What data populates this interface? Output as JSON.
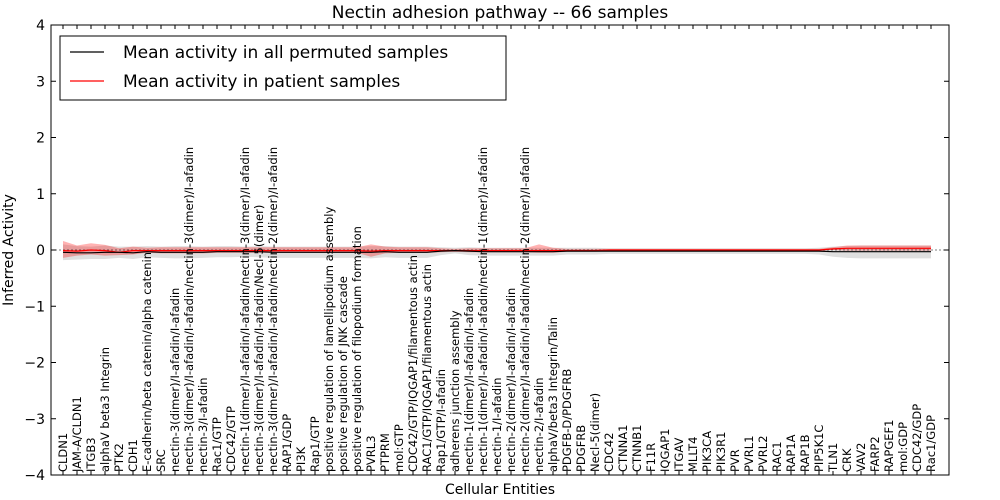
{
  "chart_data": {
    "type": "line",
    "title": "Nectin adhesion pathway -- 66 samples",
    "xlabel": "Cellular Entities",
    "ylabel": "Inferred Activity",
    "ylim": [
      -4,
      4
    ],
    "yticks": [
      -4,
      -3,
      -2,
      -1,
      0,
      1,
      2,
      3,
      4
    ],
    "grid": false,
    "legend_position": "top-left",
    "categories": [
      "CLDN1",
      "JAM-A/CLDN1",
      "ITGB3",
      "alphaV beta3 Integrin",
      "PTK2",
      "CDH1",
      "E-cadherin/beta catenin/alpha catenin",
      "SRC",
      "nectin-3(dimer)/I-afadin/I-afadin",
      "nectin-3(dimer)/I-afadin/I-afadin/nectin-3(dimer)/I-afadin",
      "nectin-3/I-afadin",
      "Rac1/GTP",
      "CDC42/GTP",
      "nectin-1(dimer)/I-afadin/I-afadin/nectin-3(dimer)/I-afadin",
      "nectin-3(dimer)/I-afadin/I-afadin/Necl-5(dimer)",
      "nectin-3(dimer)/I-afadin/I-afadin/nectin-2(dimer)/I-afadin",
      "RAP1/GDP",
      "PI3K",
      "Rap1/GTP",
      "positive regulation of lamellipodium assembly",
      "positive regulation of JNK cascade",
      "positive regulation of filopodium formation",
      "PVRL3",
      "PTPRM",
      "mol:GTP",
      "CDC42/GTP/IQGAP1/filamentous actin",
      "RAC1/GTP/IQGAP1/filamentous actin",
      "Rap1/GTP/I-afadin",
      "adherens junction assembly",
      "nectin-1(dimer)/I-afadin/I-afadin",
      "nectin-1(dimer)/I-afadin/I-afadin/nectin-1(dimer)/I-afadin",
      "nectin-1/I-afadin",
      "nectin-2(dimer)/I-afadin/I-afadin",
      "nectin-2(dimer)/I-afadin/I-afadin/nectin-2(dimer)/I-afadin",
      "nectin-2/I-afadin",
      "alphaV/beta3 Integrin/Talin",
      "PDGFB-D/PDGFRB",
      "PDGFRB",
      "Necl-5(dimer)",
      "CDC42",
      "CTNNA1",
      "CTNNB1",
      "F11R",
      "IQGAP1",
      "ITGAV",
      "MLLT4",
      "PIK3CA",
      "PIK3R1",
      "PVR",
      "PVRL1",
      "PVRL2",
      "RAC1",
      "RAP1A",
      "RAP1B",
      "PIP5K1C",
      "TLN1",
      "CRK",
      "VAV2",
      "FARP2",
      "RAPGEF1",
      "mol:GDP",
      "CDC42/GDP",
      "Rac1/GDP"
    ],
    "series": [
      {
        "name": "Mean activity in all permuted samples",
        "color": "#000000",
        "values": [
          -0.04,
          -0.05,
          -0.05,
          -0.04,
          -0.04,
          -0.05,
          -0.03,
          -0.04,
          -0.04,
          -0.04,
          -0.04,
          -0.03,
          -0.03,
          -0.03,
          -0.03,
          -0.04,
          -0.04,
          -0.04,
          -0.04,
          -0.04,
          -0.04,
          -0.04,
          -0.04,
          -0.03,
          -0.04,
          -0.04,
          -0.04,
          -0.02,
          -0.01,
          -0.02,
          -0.03,
          -0.03,
          -0.03,
          -0.03,
          -0.03,
          -0.03,
          -0.02,
          -0.02,
          -0.02,
          -0.02,
          -0.02,
          -0.02,
          -0.02,
          -0.02,
          -0.02,
          -0.02,
          -0.02,
          -0.02,
          -0.02,
          -0.02,
          -0.02,
          -0.02,
          -0.02,
          -0.02,
          -0.02,
          -0.03,
          -0.03,
          -0.03,
          -0.03,
          -0.03,
          -0.03,
          -0.03,
          -0.03
        ],
        "lower": [
          -0.18,
          -0.17,
          -0.16,
          -0.16,
          -0.14,
          -0.16,
          -0.13,
          -0.14,
          -0.15,
          -0.15,
          -0.14,
          -0.13,
          -0.13,
          -0.12,
          -0.13,
          -0.14,
          -0.14,
          -0.14,
          -0.14,
          -0.14,
          -0.14,
          -0.14,
          -0.15,
          -0.13,
          -0.14,
          -0.14,
          -0.14,
          -0.09,
          -0.06,
          -0.09,
          -0.1,
          -0.1,
          -0.1,
          -0.1,
          -0.1,
          -0.1,
          -0.08,
          -0.08,
          -0.08,
          -0.07,
          -0.07,
          -0.07,
          -0.07,
          -0.07,
          -0.07,
          -0.07,
          -0.07,
          -0.07,
          -0.07,
          -0.07,
          -0.07,
          -0.07,
          -0.07,
          -0.07,
          -0.08,
          -0.12,
          -0.14,
          -0.15,
          -0.15,
          -0.15,
          -0.15,
          -0.15,
          -0.15
        ],
        "upper": [
          0.1,
          0.07,
          0.06,
          0.08,
          0.06,
          0.06,
          0.07,
          0.06,
          0.07,
          0.07,
          0.06,
          0.07,
          0.07,
          0.06,
          0.07,
          0.06,
          0.06,
          0.06,
          0.06,
          0.06,
          0.06,
          0.06,
          0.07,
          0.07,
          0.06,
          0.06,
          0.06,
          0.05,
          0.04,
          0.05,
          0.04,
          0.04,
          0.04,
          0.04,
          0.04,
          0.04,
          0.04,
          0.04,
          0.04,
          0.03,
          0.03,
          0.03,
          0.03,
          0.03,
          0.03,
          0.03,
          0.03,
          0.03,
          0.03,
          0.03,
          0.03,
          0.03,
          0.03,
          0.03,
          0.04,
          0.06,
          0.07,
          0.08,
          0.08,
          0.08,
          0.08,
          0.08,
          0.08
        ]
      },
      {
        "name": "Mean activity in patient samples",
        "color": "#ff0000",
        "values": [
          -0.01,
          -0.02,
          0.0,
          -0.01,
          -0.04,
          -0.01,
          -0.01,
          -0.01,
          -0.01,
          -0.01,
          -0.01,
          -0.01,
          -0.01,
          -0.01,
          -0.01,
          -0.01,
          -0.01,
          -0.01,
          -0.01,
          -0.01,
          -0.01,
          -0.01,
          -0.02,
          -0.01,
          -0.01,
          -0.01,
          -0.01,
          -0.01,
          -0.01,
          -0.01,
          -0.01,
          -0.01,
          -0.01,
          -0.01,
          -0.01,
          -0.01,
          -0.01,
          -0.01,
          -0.01,
          0.0,
          0.0,
          0.0,
          0.0,
          0.0,
          0.0,
          0.0,
          0.0,
          0.0,
          0.0,
          0.0,
          0.0,
          0.0,
          0.0,
          0.0,
          0.0,
          0.02,
          0.03,
          0.03,
          0.03,
          0.03,
          0.03,
          0.03,
          0.03
        ],
        "lower": [
          -0.14,
          -0.1,
          -0.08,
          -0.1,
          -0.09,
          -0.08,
          -0.05,
          -0.06,
          -0.06,
          -0.06,
          -0.06,
          -0.05,
          -0.05,
          -0.05,
          -0.05,
          -0.05,
          -0.05,
          -0.05,
          -0.05,
          -0.05,
          -0.05,
          -0.05,
          -0.12,
          -0.06,
          -0.05,
          -0.05,
          -0.05,
          -0.04,
          -0.03,
          -0.04,
          -0.04,
          -0.04,
          -0.04,
          -0.04,
          -0.05,
          -0.05,
          -0.03,
          -0.03,
          -0.03,
          -0.02,
          -0.02,
          -0.02,
          -0.02,
          -0.02,
          -0.02,
          -0.02,
          -0.02,
          -0.02,
          -0.02,
          -0.02,
          -0.02,
          -0.02,
          -0.02,
          -0.02,
          -0.01,
          0.0,
          -0.01,
          -0.01,
          -0.01,
          -0.01,
          -0.01,
          -0.01,
          -0.01
        ],
        "upper": [
          0.16,
          0.08,
          0.12,
          0.09,
          0.03,
          0.06,
          0.04,
          0.05,
          0.05,
          0.05,
          0.05,
          0.05,
          0.05,
          0.05,
          0.05,
          0.05,
          0.05,
          0.05,
          0.05,
          0.05,
          0.05,
          0.05,
          0.1,
          0.06,
          0.05,
          0.05,
          0.05,
          0.03,
          0.02,
          0.03,
          0.03,
          0.03,
          0.03,
          0.03,
          0.1,
          0.04,
          0.02,
          0.02,
          0.02,
          0.02,
          0.02,
          0.02,
          0.02,
          0.02,
          0.02,
          0.02,
          0.02,
          0.02,
          0.02,
          0.02,
          0.02,
          0.02,
          0.02,
          0.02,
          0.02,
          0.05,
          0.08,
          0.08,
          0.08,
          0.08,
          0.08,
          0.08,
          0.08
        ]
      }
    ]
  }
}
